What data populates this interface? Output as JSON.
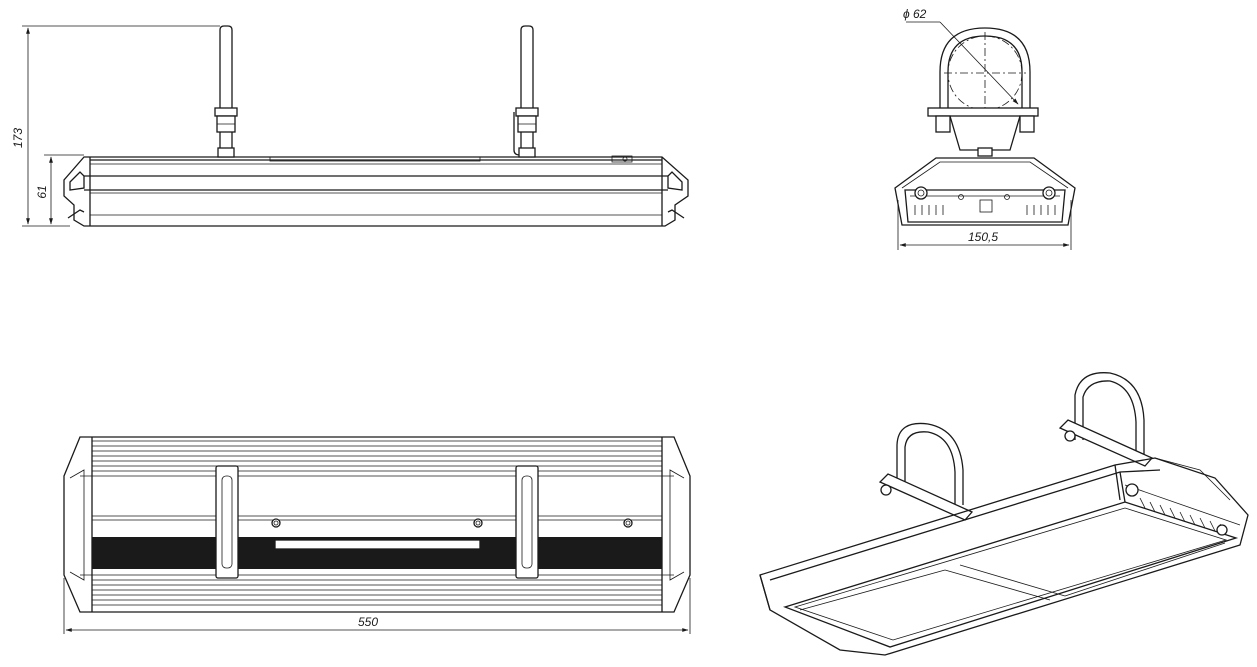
{
  "dimensions": {
    "overall_height": "173",
    "body_height": "61",
    "mount_diameter": "ϕ 62",
    "body_width": "150,5",
    "body_length": "550"
  }
}
